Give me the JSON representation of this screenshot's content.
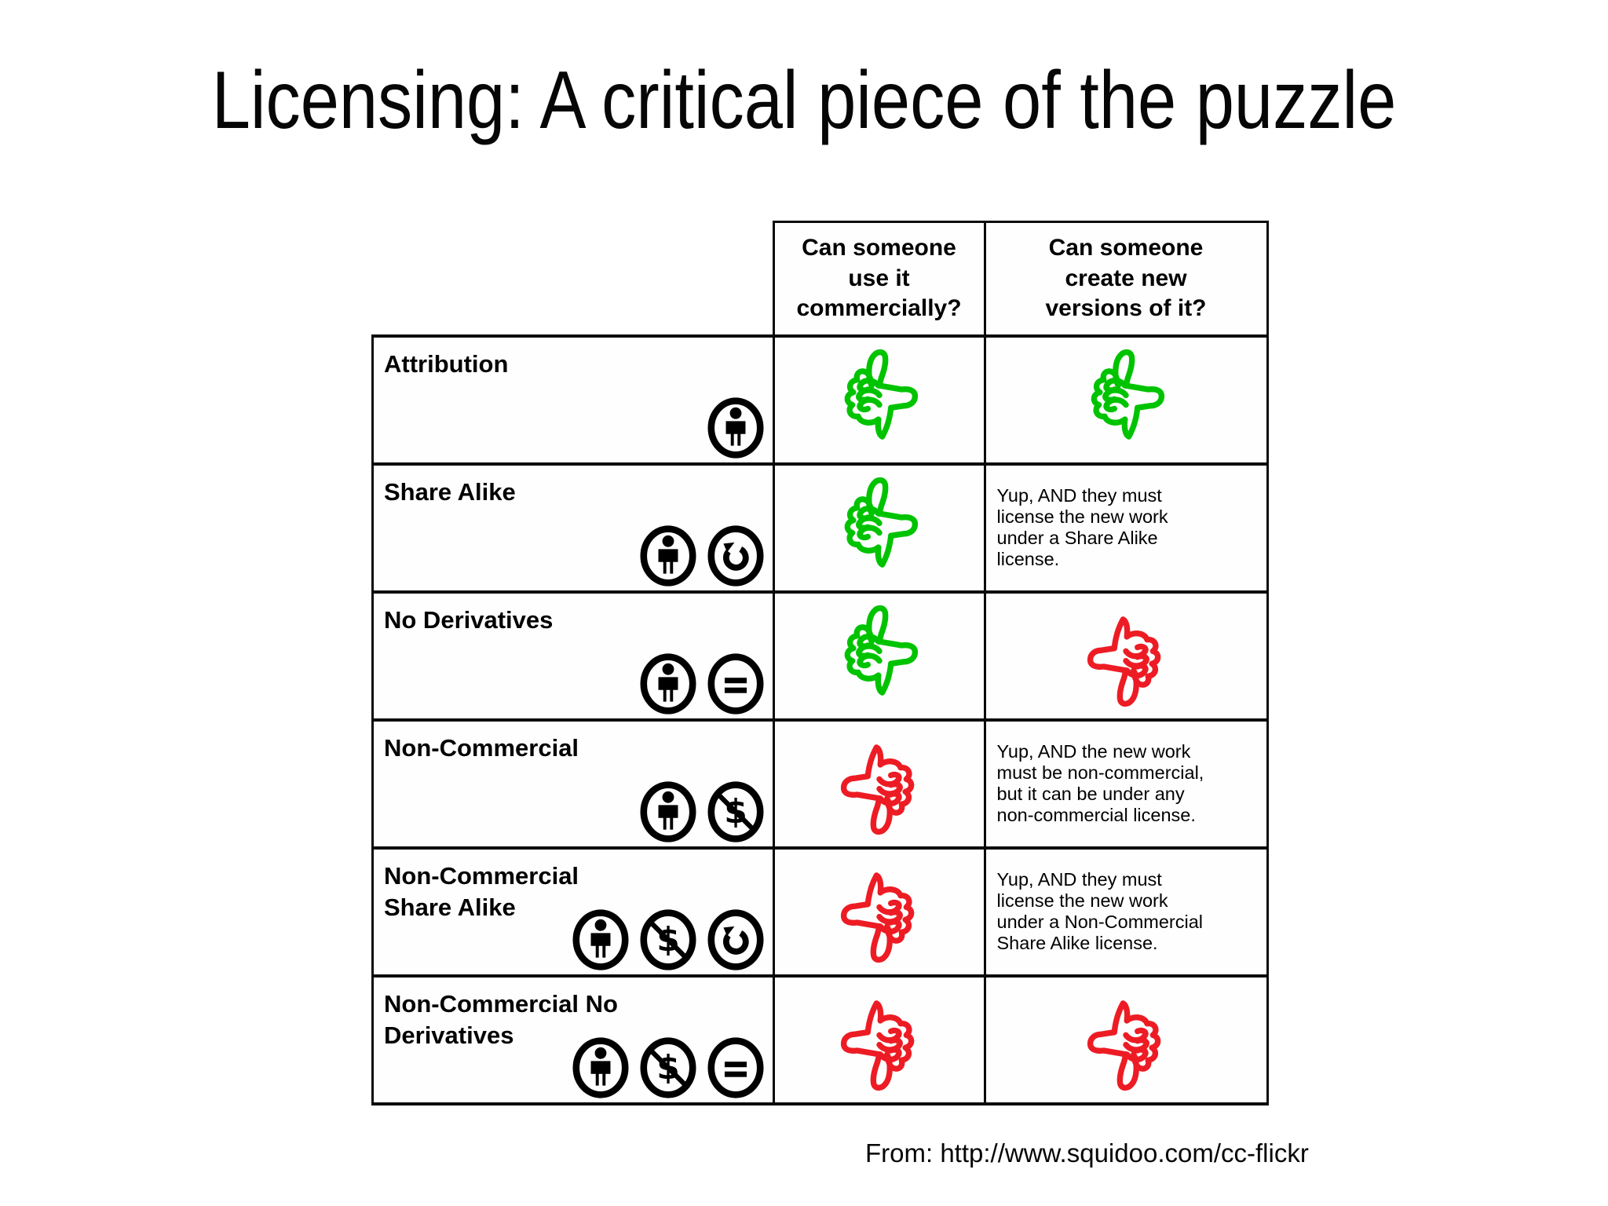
{
  "slide": {
    "title": "Licensing: A critical piece of the puzzle",
    "source_credit": "From: http://www.squidoo.com/cc-flickr"
  },
  "colors": {
    "yes_green": "#00c300",
    "no_red": "#ed1c24",
    "table_border": "#0a0a0a"
  },
  "table": {
    "header": {
      "commercial_question": "Can someone\nuse it\ncommercially?",
      "derivatives_question": "Can someone\ncreate new\nversions of it?"
    },
    "rows": [
      {
        "label": "Attribution",
        "icons": [
          "attribution"
        ],
        "commercial": "yes",
        "derivatives": "yes"
      },
      {
        "label": "Share Alike",
        "icons": [
          "attribution",
          "share-alike"
        ],
        "commercial": "yes",
        "derivatives": "yes",
        "derivatives_note": "Yup, AND they must\nlicense the new work\nunder a Share Alike\nlicense."
      },
      {
        "label": "No Derivatives",
        "icons": [
          "attribution",
          "no-derivatives"
        ],
        "commercial": "yes",
        "derivatives": "no"
      },
      {
        "label": "Non-Commercial",
        "icons": [
          "attribution",
          "non-commercial"
        ],
        "commercial": "no",
        "derivatives": "yes",
        "derivatives_note": "Yup, AND the new work\nmust be non-commercial,\nbut it can be under any\nnon-commercial license."
      },
      {
        "label": "Non-Commercial\nShare Alike",
        "icons": [
          "attribution",
          "non-commercial",
          "share-alike"
        ],
        "commercial": "no",
        "derivatives": "yes",
        "derivatives_note": "Yup, AND they must\nlicense the new work\nunder a Non-Commercial\nShare Alike license."
      },
      {
        "label": "Non-Commercial No\nDerivatives",
        "icons": [
          "attribution",
          "non-commercial",
          "no-derivatives"
        ],
        "commercial": "no",
        "derivatives": "no"
      }
    ]
  }
}
